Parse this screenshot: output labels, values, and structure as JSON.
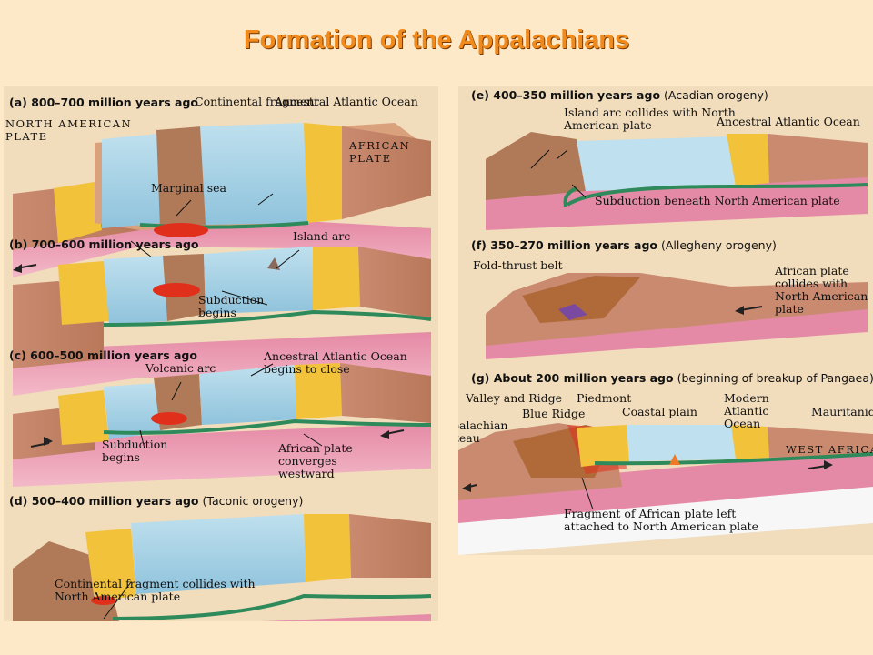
{
  "title": "Formation of the Appalachians",
  "stages": {
    "a": {
      "step": "(a) 800–700 million years ago",
      "note": "",
      "labels": {
        "continental_fragment": "Continental fragment",
        "ancestral_atlantic": "Ancestral Atlantic Ocean",
        "north_american_plate": "NORTH AMERICAN PLATE",
        "african_plate": "AFRICAN PLATE",
        "marginal_sea": "Marginal sea"
      }
    },
    "b": {
      "step": "(b) 700–600 million years ago",
      "note": "",
      "labels": {
        "island_arc": "Island arc",
        "subduction_begins": "Subduction begins"
      }
    },
    "c": {
      "step": "(c) 600–500 million years ago",
      "note": "",
      "labels": {
        "volcanic_arc": "Volcanic arc",
        "ocean_begins_to_close": "Ancestral Atlantic Ocean begins to close",
        "subduction_begins": "Subduction begins",
        "african_plate_converges": "African plate converges westward"
      }
    },
    "d": {
      "step": "(d) 500–400 million years ago",
      "note": "(Taconic orogeny)",
      "labels": {
        "fragment_collides": "Continental fragment collides with North American plate"
      }
    },
    "e": {
      "step": "(e) 400–350 million years ago",
      "note": "(Acadian orogeny)",
      "labels": {
        "island_arc_collides": "Island arc collides with North American plate",
        "ancestral_atlantic": "Ancestral Atlantic Ocean",
        "subduction_beneath": "Subduction beneath North American plate"
      }
    },
    "f": {
      "step": "(f) 350–270 million years ago",
      "note": "(Allegheny orogeny)",
      "labels": {
        "fold_thrust_belt": "Fold-thrust belt",
        "african_plate_collides": "African plate collides with North American plate"
      }
    },
    "g": {
      "step": "(g) About 200 million years ago",
      "note": "(beginning of breakup of Pangaea)",
      "labels": {
        "valley_and_ridge": "Valley and Ridge",
        "piedmont": "Piedmont",
        "blue_ridge": "Blue Ridge",
        "coastal_plain": "Coastal plain",
        "modern_atlantic": "Modern Atlantic Ocean",
        "mauritanides": "Mauritanides",
        "appalachian_plateau": "Appalachian Plateau",
        "west_africa": "WEST AFRICA",
        "fragment_left": "Fragment of African plate left attached to North American plate"
      }
    }
  },
  "colors": {
    "title": "#f08a1c",
    "background": "#fde9c8",
    "ocean": "#a9d3e6",
    "oceanic_crust": "#2e8a5a",
    "continental_crust": "#c98a68",
    "mantle": "#e8709a",
    "shelf_sediment": "#f2c23a",
    "magma": "#e0301c"
  }
}
